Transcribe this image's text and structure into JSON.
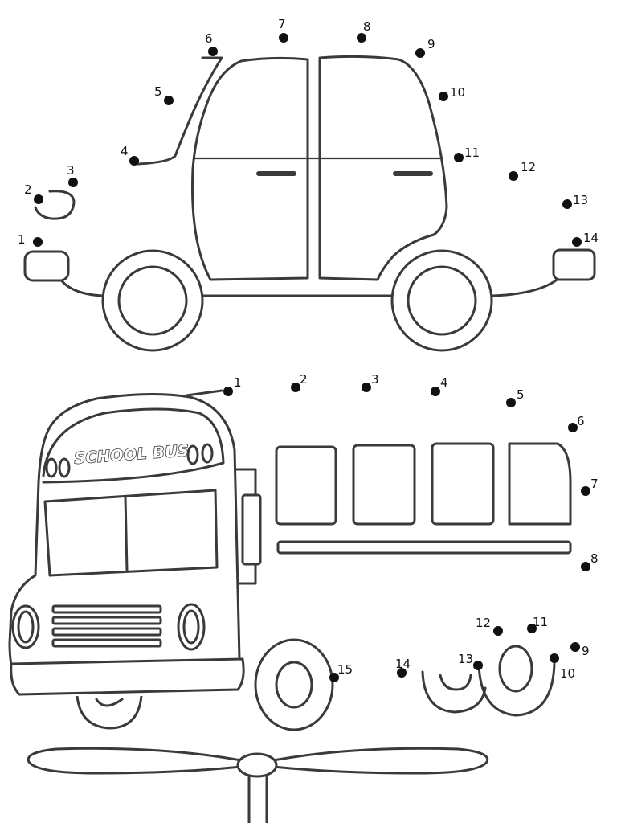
{
  "puzzles": [
    {
      "name": "car",
      "dots": [
        {
          "label": "1"
        },
        {
          "label": "2"
        },
        {
          "label": "3"
        },
        {
          "label": "4"
        },
        {
          "label": "5"
        },
        {
          "label": "6"
        },
        {
          "label": "7"
        },
        {
          "label": "8"
        },
        {
          "label": "9"
        },
        {
          "label": "10"
        },
        {
          "label": "11"
        },
        {
          "label": "12"
        },
        {
          "label": "13"
        },
        {
          "label": "14"
        }
      ]
    },
    {
      "name": "bus",
      "sign_text": "SCHOOL BUS",
      "dots": [
        {
          "label": "1"
        },
        {
          "label": "2"
        },
        {
          "label": "3"
        },
        {
          "label": "4"
        },
        {
          "label": "5"
        },
        {
          "label": "6"
        },
        {
          "label": "7"
        },
        {
          "label": "8"
        },
        {
          "label": "9"
        },
        {
          "label": "10"
        },
        {
          "label": "11"
        },
        {
          "label": "12"
        },
        {
          "label": "13"
        },
        {
          "label": "14"
        },
        {
          "label": "15"
        }
      ]
    }
  ],
  "colors": {
    "ink": "#3a3a3a",
    "dot": "#111111",
    "paper": "#ffffff"
  }
}
